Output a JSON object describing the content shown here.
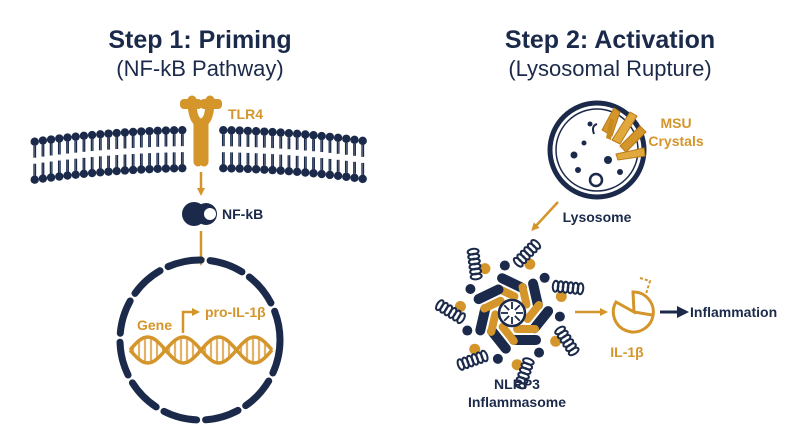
{
  "step1": {
    "title": "Step 1: Priming",
    "subtitle": "(NF-kB Pathway)"
  },
  "step2": {
    "title": "Step 2: Activation",
    "subtitle": "(Lysosomal Rupture)"
  },
  "labels": {
    "tlr4": "TLR4",
    "nfkb": "NF-kB",
    "gene": "Gene",
    "pro_il1b": "pro-IL-1β",
    "msu_line1": "MSU",
    "msu_line2": "Crystals",
    "lysosome": "Lysosome",
    "il1b": "IL-1β",
    "inflammation": "Inflammation",
    "nlrp3_line1": "NLRP3",
    "nlrp3_line2": "Inflammasome"
  },
  "colors": {
    "navy": "#1b2a4a",
    "gold": "#d4952a"
  },
  "icons": [
    "tlr4-receptor-icon",
    "nfkb-icon",
    "dna-helix-icon",
    "msu-crystals-icon",
    "lysosome-icon",
    "inflammasome-icon",
    "il1b-icon"
  ]
}
